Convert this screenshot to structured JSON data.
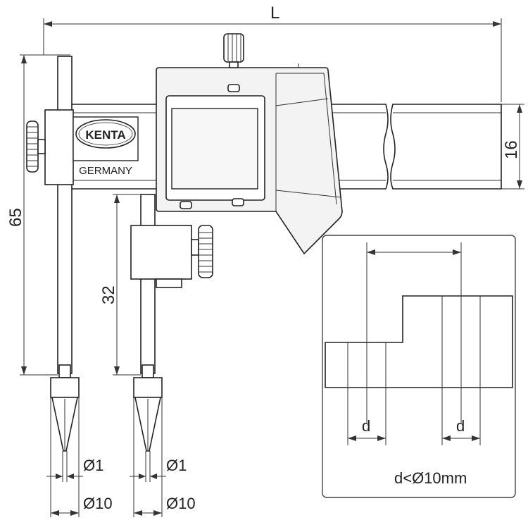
{
  "dimensions": {
    "length": "L",
    "beam_height": "16",
    "fixed_jaw_depth": "65",
    "slide_jaw_depth": "32",
    "tip_small_left": "Ø1",
    "tip_large_left": "Ø10",
    "tip_small_right": "Ø1",
    "tip_large_right": "Ø10"
  },
  "logo": {
    "brand": "KENTA",
    "country": "GERMANY"
  },
  "inset": {
    "dim_left": "d",
    "dim_right": "d",
    "condition": "d<Ø10mm"
  }
}
